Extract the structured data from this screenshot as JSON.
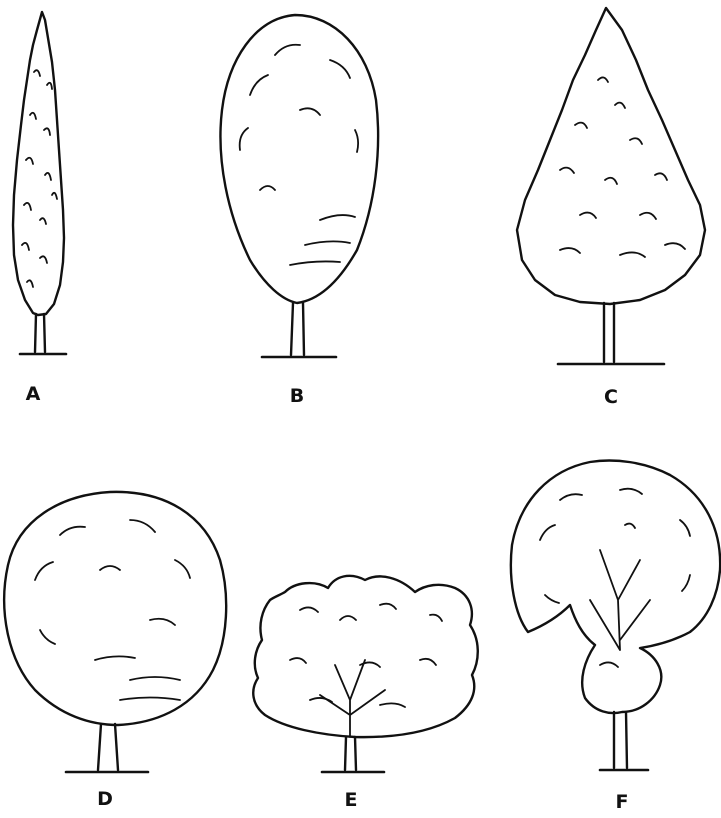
{
  "trees": [
    {
      "id": "A",
      "label": "A",
      "shape": "columnar"
    },
    {
      "id": "B",
      "label": "B",
      "shape": "oval"
    },
    {
      "id": "C",
      "label": "C",
      "shape": "pyramidal"
    },
    {
      "id": "D",
      "label": "D",
      "shape": "round"
    },
    {
      "id": "E",
      "label": "E",
      "shape": "spreading"
    },
    {
      "id": "F",
      "label": "F",
      "shape": "irregular"
    }
  ]
}
